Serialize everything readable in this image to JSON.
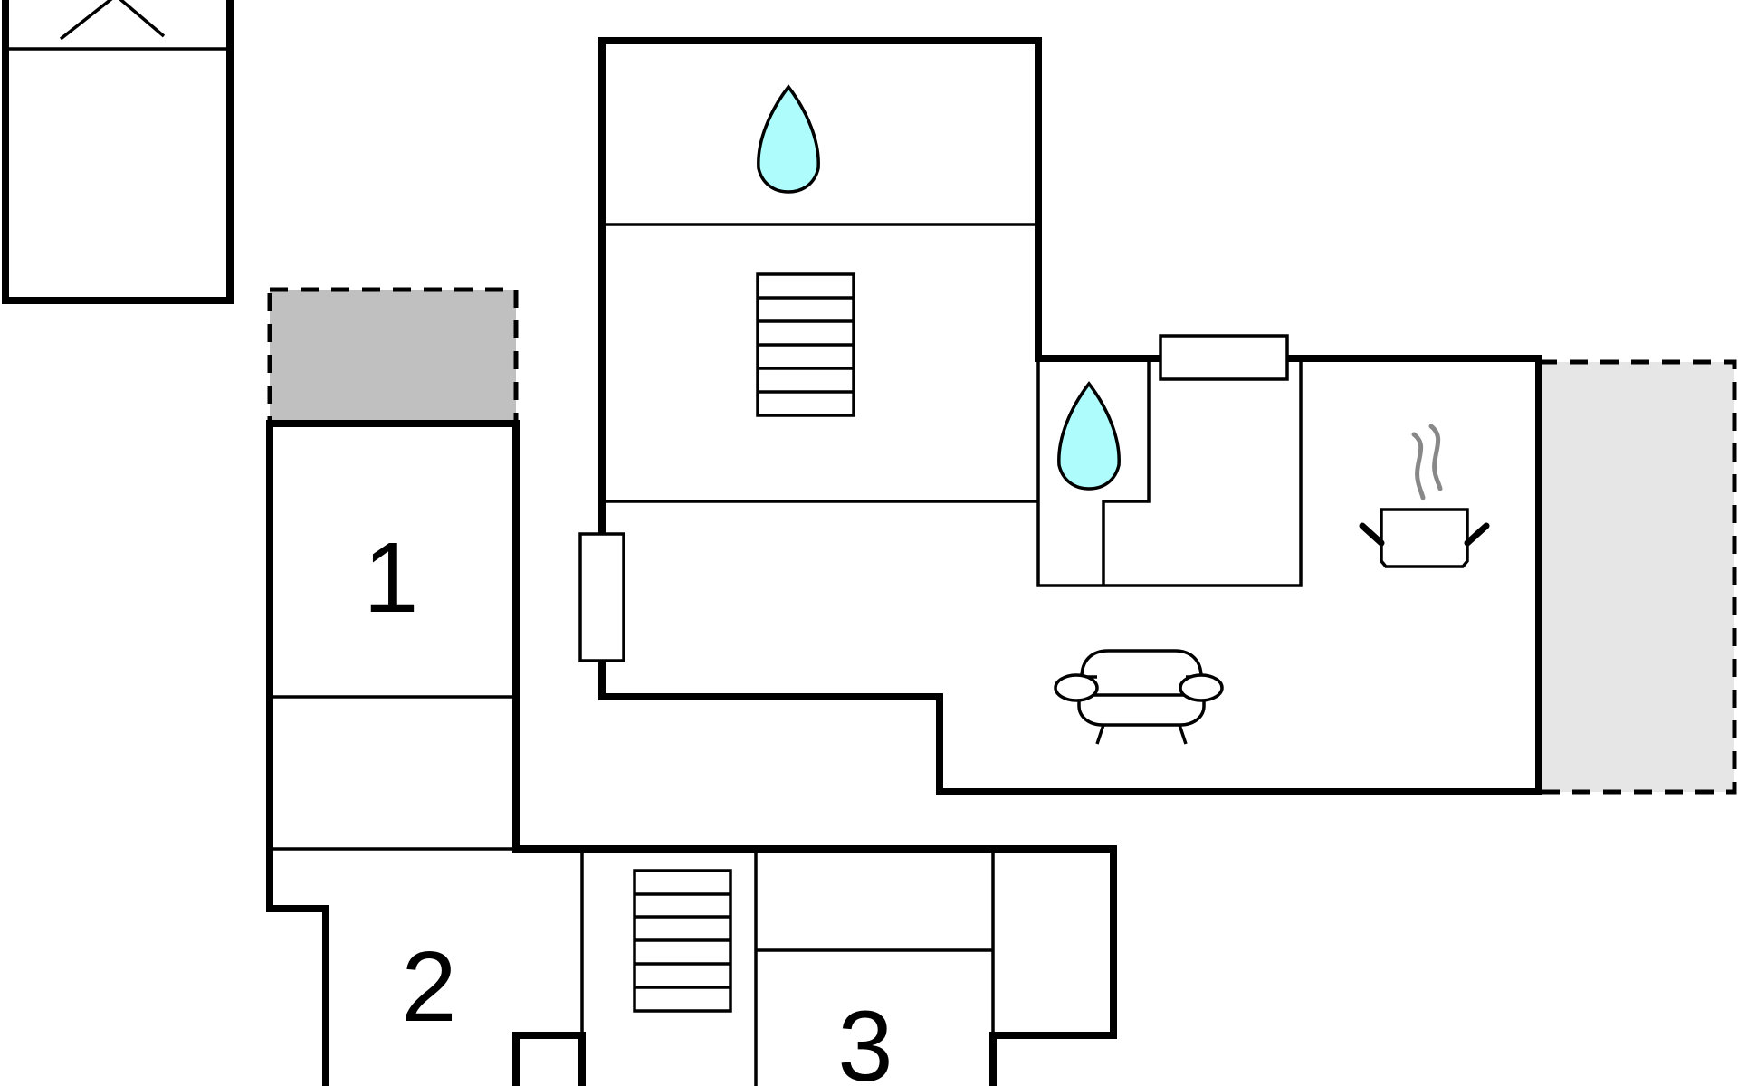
{
  "colors": {
    "wall": "#000000",
    "background": "#ffffff",
    "water_drop": "#aefcfc",
    "terrace_covered": "#c0c0c0",
    "terrace_open": "#e6e6e6",
    "steam": "#888888"
  },
  "rooms": [
    {
      "id": "room-1",
      "label": "1"
    },
    {
      "id": "room-2",
      "label": "2"
    },
    {
      "id": "room-3",
      "label": "3"
    }
  ],
  "icons": [
    "bed-icon",
    "water-drop-icon",
    "stairs-icon",
    "window-icon",
    "cooking-pot-icon",
    "sofa-icon"
  ]
}
